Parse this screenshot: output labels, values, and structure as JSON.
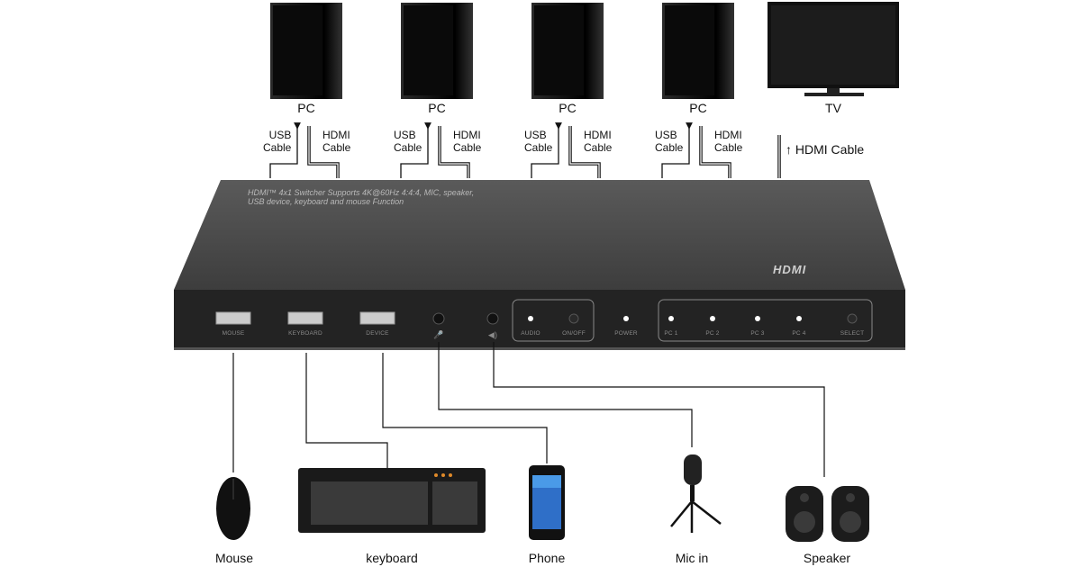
{
  "sources": [
    {
      "label": "PC",
      "usb": "USB",
      "usb2": "Cable",
      "hdmi": "HDMI",
      "hdmi2": "Cable"
    },
    {
      "label": "PC",
      "usb": "USB",
      "usb2": "Cable",
      "hdmi": "HDMI",
      "hdmi2": "Cable"
    },
    {
      "label": "PC",
      "usb": "USB",
      "usb2": "Cable",
      "hdmi": "HDMI",
      "hdmi2": "Cable"
    },
    {
      "label": "PC",
      "usb": "USB",
      "usb2": "Cable",
      "hdmi": "HDMI",
      "hdmi2": "Cable"
    }
  ],
  "tv": {
    "label": "TV",
    "cable": "↑ HDMI Cable"
  },
  "switch": {
    "top_text_1": "HDMI™ 4x1 Switcher Supports 4K@60Hz 4:4:4, MIC, speaker,",
    "top_text_2": "USB device, keyboard and mouse Function",
    "logo": "HDMI",
    "ports": [
      "MOUSE",
      "KEYBOARD",
      "DEVICE",
      "AUDIO",
      "ON/OFF",
      "POWER",
      "PC 1",
      "PC 2",
      "PC 3",
      "PC 4",
      "SELECT"
    ]
  },
  "peripherals": [
    "Mouse",
    "keyboard",
    "Phone",
    "Mic in",
    "Speaker"
  ]
}
